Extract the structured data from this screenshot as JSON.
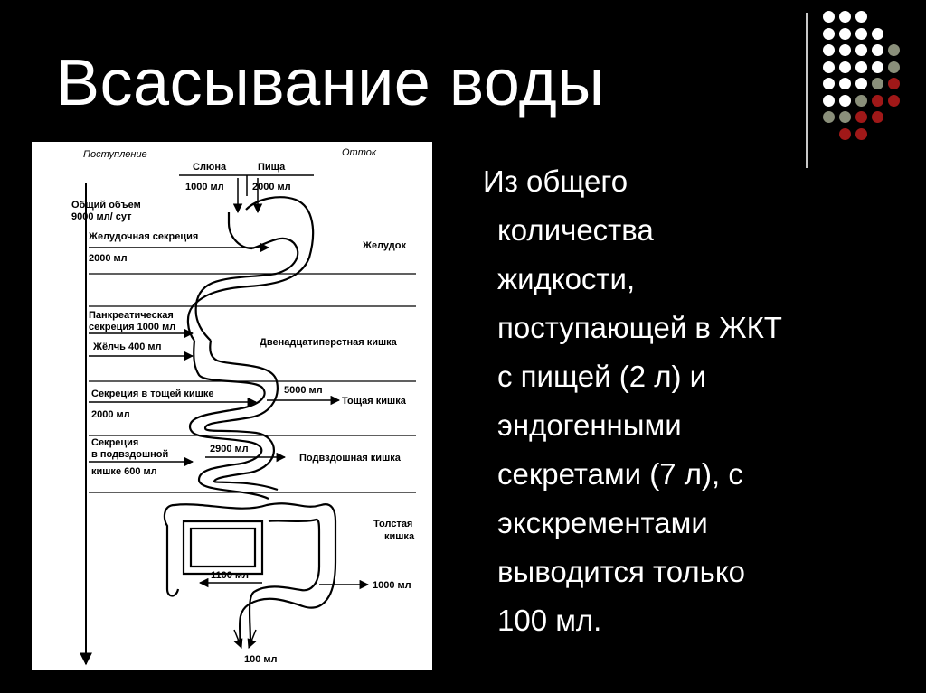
{
  "slide": {
    "title": "Всасывание воды",
    "body_lines": [
      "Из общего",
      "количества",
      "жидкости,",
      "поступающей в ЖКТ",
      "с пищей (2 л) и",
      "эндогенными",
      "секретами (7 л), с",
      "экскрементами",
      "выводится только",
      "100 мл."
    ]
  },
  "decoration": {
    "dot_colors": {
      "white": "#ffffff",
      "gray": "#8a8f7a",
      "red": "#a01818"
    }
  },
  "diagram": {
    "header_left": "Поступление",
    "header_right": "Отток",
    "saliva": "Слюна",
    "saliva_amount": "1000 мл",
    "food": "Пища",
    "food_amount": "2000 мл",
    "total_volume_1": "Общий объем",
    "total_volume_2": "9000 мл/ сут",
    "gastric_secretion": "Желудочная секреция",
    "gastric_amount": "2000 мл",
    "stomach": "Желудок",
    "pancreatic_1": "Панкреатическая",
    "pancreatic_2": "секреция 1000 мл",
    "bile": "Жёлчь 400 мл",
    "duodenum": "Двенадцатиперстная кишка",
    "jejunum_secretion": "Секреция в тощей кишке",
    "jejunum_secretion_amount": "2000 мл",
    "jejunum_absorption": "5000 мл",
    "jejunum": "Тощая кишка",
    "ileum_secretion_1": "Секреция",
    "ileum_secretion_2": "в подвздошной",
    "ileum_secretion_3": "кишке 600 мл",
    "ileum_absorption": "2900 мл",
    "ileum": "Подвздошная кишка",
    "colon_1": "Толстая",
    "colon_2": "кишка",
    "colon_absorption_1": "1100 мл",
    "colon_absorption_2": "1000 мл",
    "excreted": "100 мл"
  }
}
